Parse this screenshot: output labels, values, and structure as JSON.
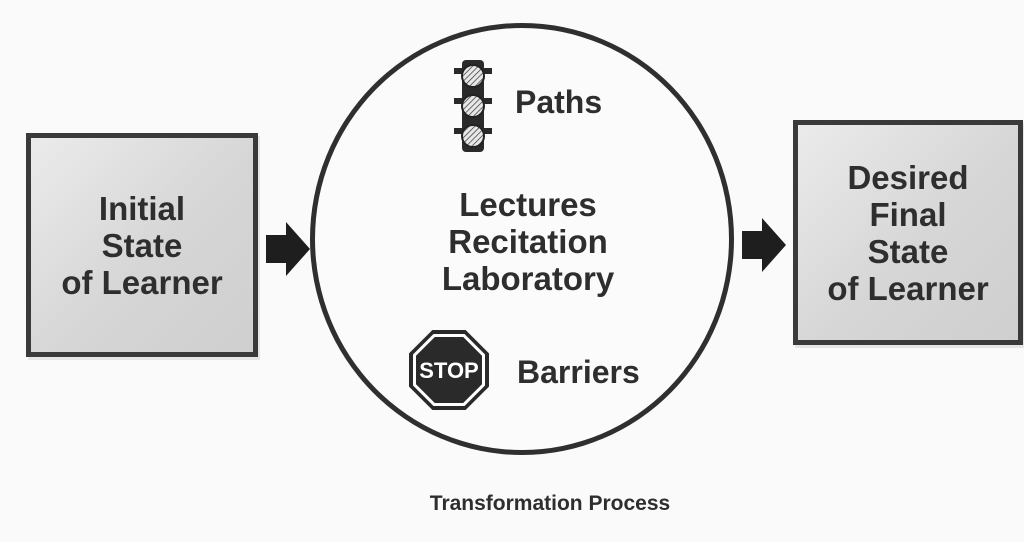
{
  "diagram": {
    "initial_state": {
      "lines": [
        "Initial",
        "State",
        "of Learner"
      ]
    },
    "final_state": {
      "lines": [
        "Desired",
        "Final",
        "State",
        "of Learner"
      ]
    },
    "process": {
      "paths_label": "Paths",
      "methods": [
        "Lectures",
        "Recitation",
        "Laboratory"
      ],
      "stop_sign_text": "STOP",
      "barriers_label": "Barriers"
    },
    "caption": "Transformation Process",
    "icons": {
      "paths": "traffic-light-icon",
      "barriers": "stop-sign-icon",
      "arrows": "right-arrow-icon"
    },
    "colors": {
      "outline": "#2f2f2f",
      "box_fill": "#d9d9d9",
      "arrow_fill": "#1e1e1e"
    }
  }
}
